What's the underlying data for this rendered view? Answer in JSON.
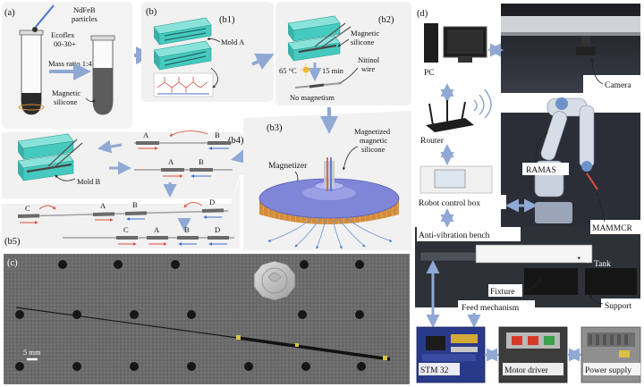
{
  "panel_a": {
    "label": "(a)",
    "ecoflex": "Ecoflex",
    "ecoflex_grade": "00-30",
    "ndfeb": "NdFeB",
    "particles": "particles",
    "mass_ratio": "Mass ratio 1:4",
    "plus": "+",
    "magnetic": "Magnetic",
    "silicone": "silicone"
  },
  "panel_b": {
    "label": "(b)",
    "b1": "(b1)",
    "b2": "(b2)",
    "b3": "(b3)",
    "b4": "(b4)",
    "b5": "(b5)",
    "mold_a": "Mold A",
    "mold_b": "Mold B",
    "magnetic": "Magnetic",
    "silicone": "silicone",
    "nitinol": "Nitinol",
    "wire": "wire",
    "temp": "65 °C",
    "time": "15 min",
    "no_magnetism": "No magnetism",
    "magnetizer": "Magnetizer",
    "magnetized_1": "Magnetized",
    "magnetized_2": "magnetic",
    "magnetized_3": "silicone",
    "seg_a": "A",
    "seg_b": "B",
    "seg_c": "C",
    "seg_d": "D"
  },
  "panel_c": {
    "label": "(c)",
    "scale": "5 mm"
  },
  "panel_d": {
    "label": "(d)",
    "pc": "PC",
    "camera": "Camera",
    "router": "Router",
    "ramas": "RAMAS",
    "robot_control_box": "Robot control box",
    "anti_vibration": "Anti-vibration bench",
    "mammcr": "MAMMCR",
    "tank": "Tank",
    "fixture": "Fixture",
    "feed": "Feed mechanism",
    "support": "Support",
    "stm32": "STM 32",
    "motor_driver": "Motor driver",
    "power_supply": "Power supply"
  },
  "colors": {
    "arrow": "#8fa8d4",
    "mold": "#46c9bf",
    "magnet_red": "#e0503a",
    "magnet_blue": "#3f6fd0",
    "magnetizer_top": "#7f86d8",
    "magnetizer_base": "#d48c3a"
  }
}
